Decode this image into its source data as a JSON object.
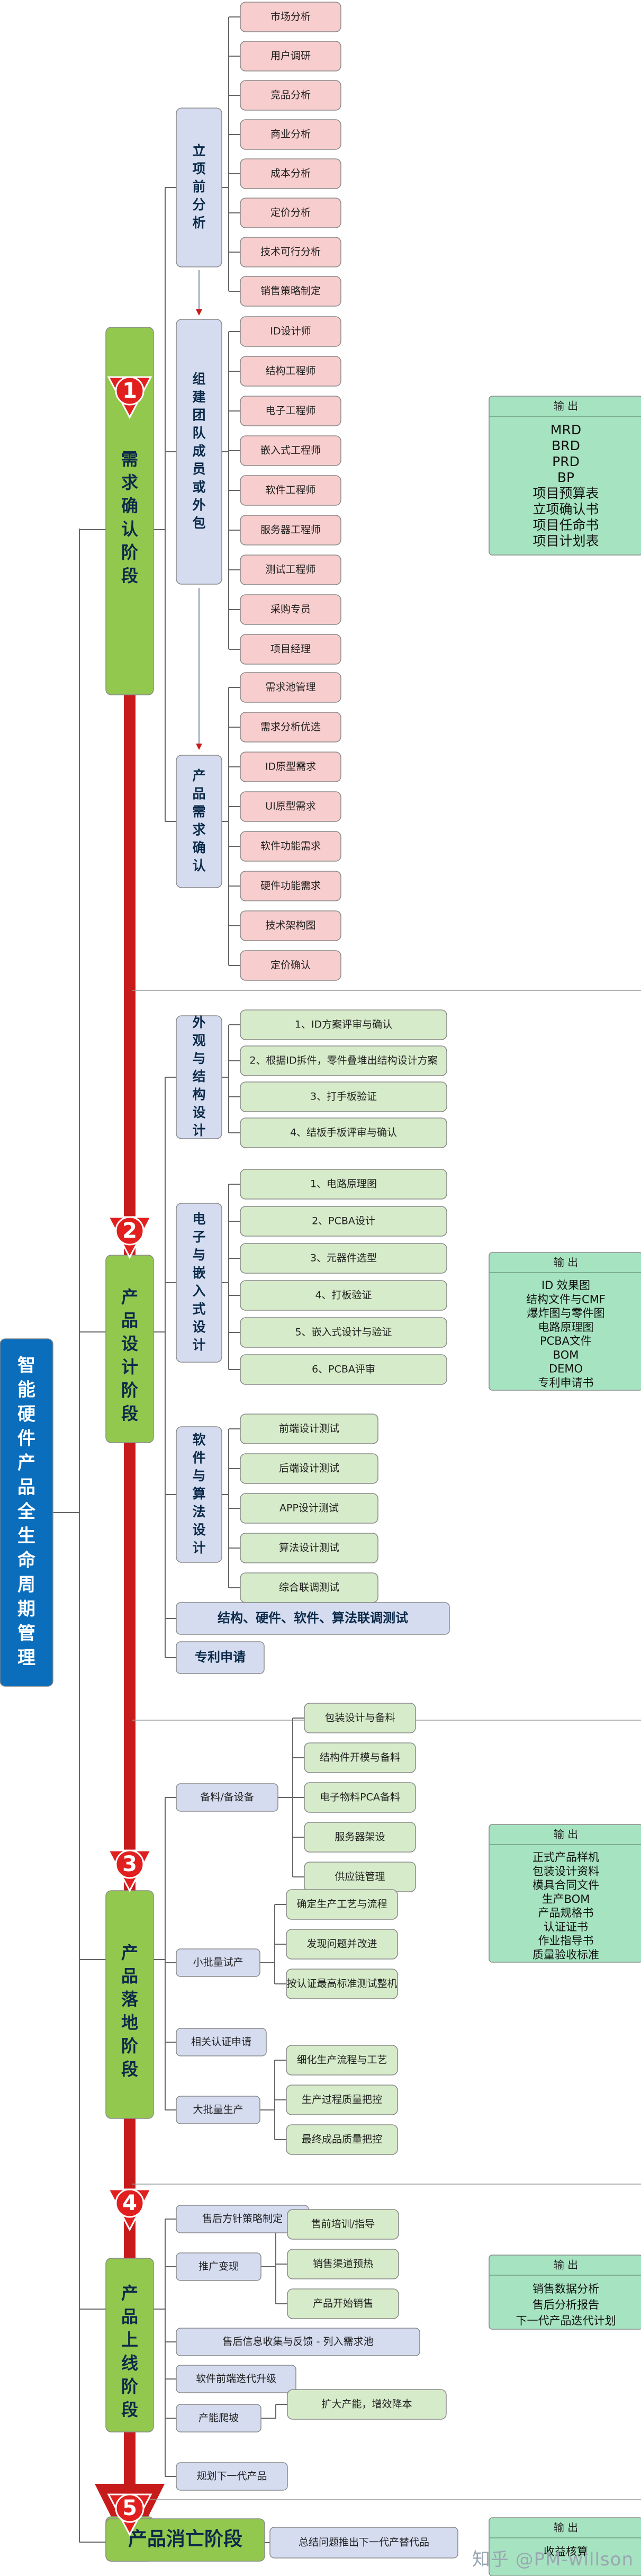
{
  "root_title": "智能硬件产品全生命周期管理",
  "output_label": "输 出",
  "watermark": "知乎 @PM-willson",
  "phases": [
    {
      "number": "1",
      "title": "需求确认阶段",
      "groups": [
        {
          "label": "立项前分析",
          "items": [
            "市场分析",
            "用户调研",
            "竞品分析",
            "商业分析",
            "成本分析",
            "定价分析",
            "技术可行分析",
            "销售策略制定"
          ]
        },
        {
          "label": "组建团队成员或外包",
          "items": [
            "ID设计师",
            "结构工程师",
            "电子工程师",
            "嵌入式工程师",
            "软件工程师",
            "服务器工程师",
            "测试工程师",
            "采购专员",
            "项目经理"
          ]
        },
        {
          "label": "产品需求确认",
          "items": [
            "需求池管理",
            "需求分析优选",
            "ID原型需求",
            "UI原型需求",
            "软件功能需求",
            "硬件功能需求",
            "技术架构图",
            "定价确认"
          ]
        }
      ],
      "output": [
        "MRD",
        "BRD",
        "PRD",
        "BP",
        "项目预算表",
        "立项确认书",
        "项目任命书",
        "项目计划表"
      ]
    },
    {
      "number": "2",
      "title": "产品设计阶段",
      "groups": [
        {
          "label": "外观与结构设计",
          "items": [
            "1、ID方案评审与确认",
            "2、根据ID拆件，零件叠堆出结构设计方案",
            "3、打手板验证",
            "4、结板手板评审与确认"
          ]
        },
        {
          "label": "电子与嵌入式设计",
          "items": [
            "1、电路原理图",
            "2、PCBA设计",
            "3、元器件选型",
            "4、打板验证",
            "5、嵌入式设计与验证",
            "6、PCBA评审"
          ]
        },
        {
          "label": "软件与算法设计",
          "items": [
            "前端设计测试",
            "后端设计测试",
            "APP设计测试",
            "算法设计测试",
            "综合联调测试"
          ]
        }
      ],
      "extras": [
        "结构、硬件、软件、算法联调测试",
        "专利申请"
      ],
      "output": [
        "ID 效果图",
        "结构文件与CMF",
        "爆炸图与零件图",
        "电路原理图",
        "PCBA文件",
        "BOM",
        "DEMO",
        "专利申请书"
      ]
    },
    {
      "number": "3",
      "title": "产品落地阶段",
      "groups": [
        {
          "label": "备料/备设备",
          "items": [
            "包装设计与备料",
            "结构件开模与备料",
            "电子物料PCA备料",
            "服务器架设",
            "供应链管理"
          ]
        },
        {
          "label": "小批量试产",
          "items": [
            "确定生产工艺与流程",
            "发现问题并改进",
            "按认证最高标准测试整机"
          ]
        },
        {
          "label": "相关认证申请",
          "items": []
        },
        {
          "label": "大批量生产",
          "items": [
            "细化生产流程与工艺",
            "生产过程质量把控",
            "最终成品质量把控"
          ]
        }
      ],
      "output": [
        "正式产品样机",
        "包装设计资料",
        "模具合同文件",
        "生产BOM",
        "产品规格书",
        "认证证书",
        "作业指导书",
        "质量验收标准"
      ]
    },
    {
      "number": "4",
      "title": "产品上线阶段",
      "groups": [
        {
          "label": "售后方针策略制定",
          "items": []
        },
        {
          "label": "推广变现",
          "items": [
            "售前培训/指导",
            "销售渠道预热",
            "产品开始销售"
          ]
        },
        {
          "label": "售后信息收集与反馈 - 列入需求池",
          "items": []
        },
        {
          "label": "软件前端迭代升级",
          "items": []
        },
        {
          "label": "产能爬坡",
          "items": [
            "扩大产能，增效降本"
          ]
        },
        {
          "label": "规划下一代产品",
          "items": []
        }
      ],
      "output": [
        "销售数据分析",
        "售后分析报告",
        "下一代产品迭代计划"
      ]
    },
    {
      "number": "5",
      "title": "产品消亡阶段",
      "groups": [
        {
          "label": "总结问题推出下一代产替代品",
          "items": []
        }
      ],
      "output": [
        "收益核算"
      ]
    }
  ],
  "colors": {
    "root_fill": "#0a6ebd",
    "phase_fill": "#92c84e",
    "group_fill": "#d5dcf0",
    "p1_leaf": "#f8cdcd",
    "p2_leaf": "#d6ebc9",
    "p3_leaf": "#d6ebc9",
    "p4_leaf": "#d6ebc9",
    "output_fill": "#a6e3c0",
    "spine": "#c71a1a",
    "badge": "#e11f1f",
    "line": "#666666"
  }
}
